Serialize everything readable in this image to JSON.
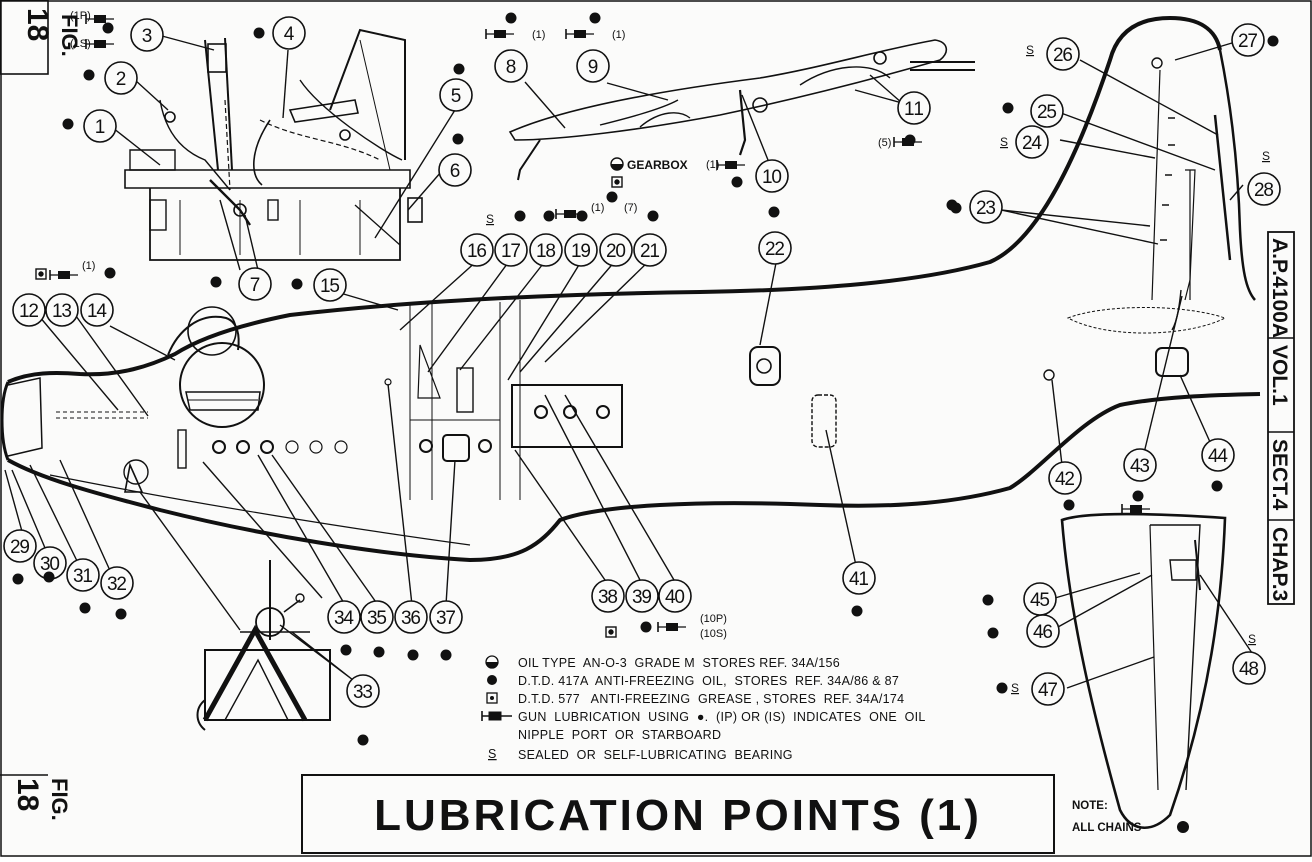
{
  "figure": {
    "fig_label": "FIG.",
    "fig_number": "18",
    "reference": [
      "A.P.4100A",
      "VOL.1",
      "SECT.4",
      "CHAP.3"
    ],
    "title": "LUBRICATION POINTS (1)",
    "note_label": "NOTE:",
    "note_text": "ALL CHAINS"
  },
  "legend": [
    {
      "symbol": "half-circle-oil",
      "text": "OIL TYPE  AN-O-3  GRADE M  STORES REF. 34A/156"
    },
    {
      "symbol": "filled-dot",
      "text": "D.T.D. 417A  ANTI-FREEZING  OIL,  STORES  REF. 34A/86 & 87"
    },
    {
      "symbol": "boxed-dot",
      "text": "D.T.D. 577   ANTI-FREEZING  GREASE , STORES  REF. 34A/174"
    },
    {
      "symbol": "gun-nipple",
      "text": "GUN  LUBRICATION  USING  ●.  (IP) OR (IS)  INDICATES  ONE  OIL"
    },
    {
      "symbol": "none",
      "text": "NIPPLE  PORT  OR  STARBOARD"
    },
    {
      "symbol": "sealed-s",
      "text": "SEALED  OR  SELF-LUBRICATING  BEARING"
    }
  ],
  "annotations": {
    "gearbox": "GEARBOX",
    "gun_1p": "(1P)",
    "gun_1s": "(1S)",
    "gun_1": "(1)",
    "gun_5": "(5)",
    "gun_7": "(7)",
    "gun_10p": "(10P)",
    "gun_10s": "(10S)",
    "sealed": "S"
  },
  "callouts": [
    "1",
    "2",
    "3",
    "4",
    "5",
    "6",
    "7",
    "8",
    "9",
    "10",
    "11",
    "12",
    "13",
    "14",
    "15",
    "16",
    "17",
    "18",
    "19",
    "20",
    "21",
    "22",
    "23",
    "24",
    "25",
    "26",
    "27",
    "28",
    "29",
    "30",
    "31",
    "32",
    "33",
    "34",
    "35",
    "36",
    "37",
    "38",
    "39",
    "40",
    "41",
    "42",
    "43",
    "44",
    "45",
    "46",
    "47",
    "48"
  ],
  "colors": {
    "ink": "#111111",
    "paper": "#fbfbfa"
  }
}
